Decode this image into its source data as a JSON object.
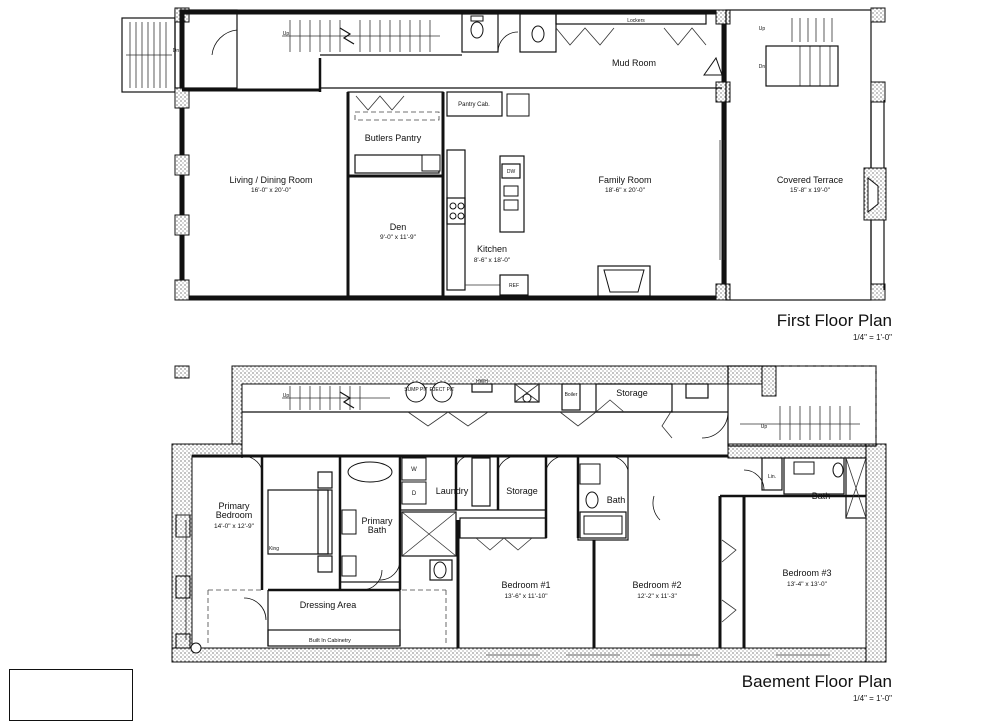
{
  "plans": [
    {
      "title": "First Floor Plan",
      "scale": "1/4\" = 1'-0\""
    },
    {
      "title": "Baement Floor Plan",
      "scale": "1/4\" = 1'-0\""
    }
  ],
  "first_floor": {
    "living": {
      "name": "Living / Dining Room",
      "dim": "16'-0\" x 20'-0\""
    },
    "butlers": {
      "name": "Butlers Pantry"
    },
    "den": {
      "name": "Den",
      "dim": "9'-0\" x 11'-9\""
    },
    "kitchen": {
      "name": "Kitchen",
      "dim": "8'-6\" x 18'-0\""
    },
    "family": {
      "name": "Family Room",
      "dim": "18'-6\" x 20'-0\""
    },
    "terrace": {
      "name": "Covered Terrace",
      "dim": "15'-8\" x 19'-0\""
    },
    "mud": {
      "name": "Mud Room"
    },
    "pantry_cab": "Pantry Cab.",
    "lockers": "Lockers",
    "dw": "DW",
    "ref": "REF",
    "up": "Up",
    "dn": "Dn"
  },
  "basement": {
    "primary_bed": {
      "name1": "Primary",
      "name2": "Bedroom",
      "dim": "14'-0\" x 12'-9\""
    },
    "primary_bath": {
      "name1": "Primary",
      "name2": "Bath"
    },
    "dressing": {
      "name": "Dressing Area"
    },
    "cabinetry": "Built In Cabinetry",
    "laundry": "Laundry",
    "storage1": "Storage",
    "storage2": "Storage",
    "bath1": "Bath",
    "bath2": "Bath",
    "bed1": {
      "name": "Bedroom #1",
      "dim": "13'-6\" x 11'-10\""
    },
    "bed2": {
      "name": "Bedroom #2",
      "dim": "12'-2\" x 11'-3\""
    },
    "bed3": {
      "name": "Bedroom #3",
      "dim": "13'-4\" x 13'-0\""
    },
    "sump": "SUMP PIT",
    "eject": "EJECT PIT",
    "hwh": "HWH",
    "boiler": "Boiler",
    "king": "King",
    "w": "W",
    "d": "D",
    "lin": "Lin.",
    "up": "Up"
  }
}
